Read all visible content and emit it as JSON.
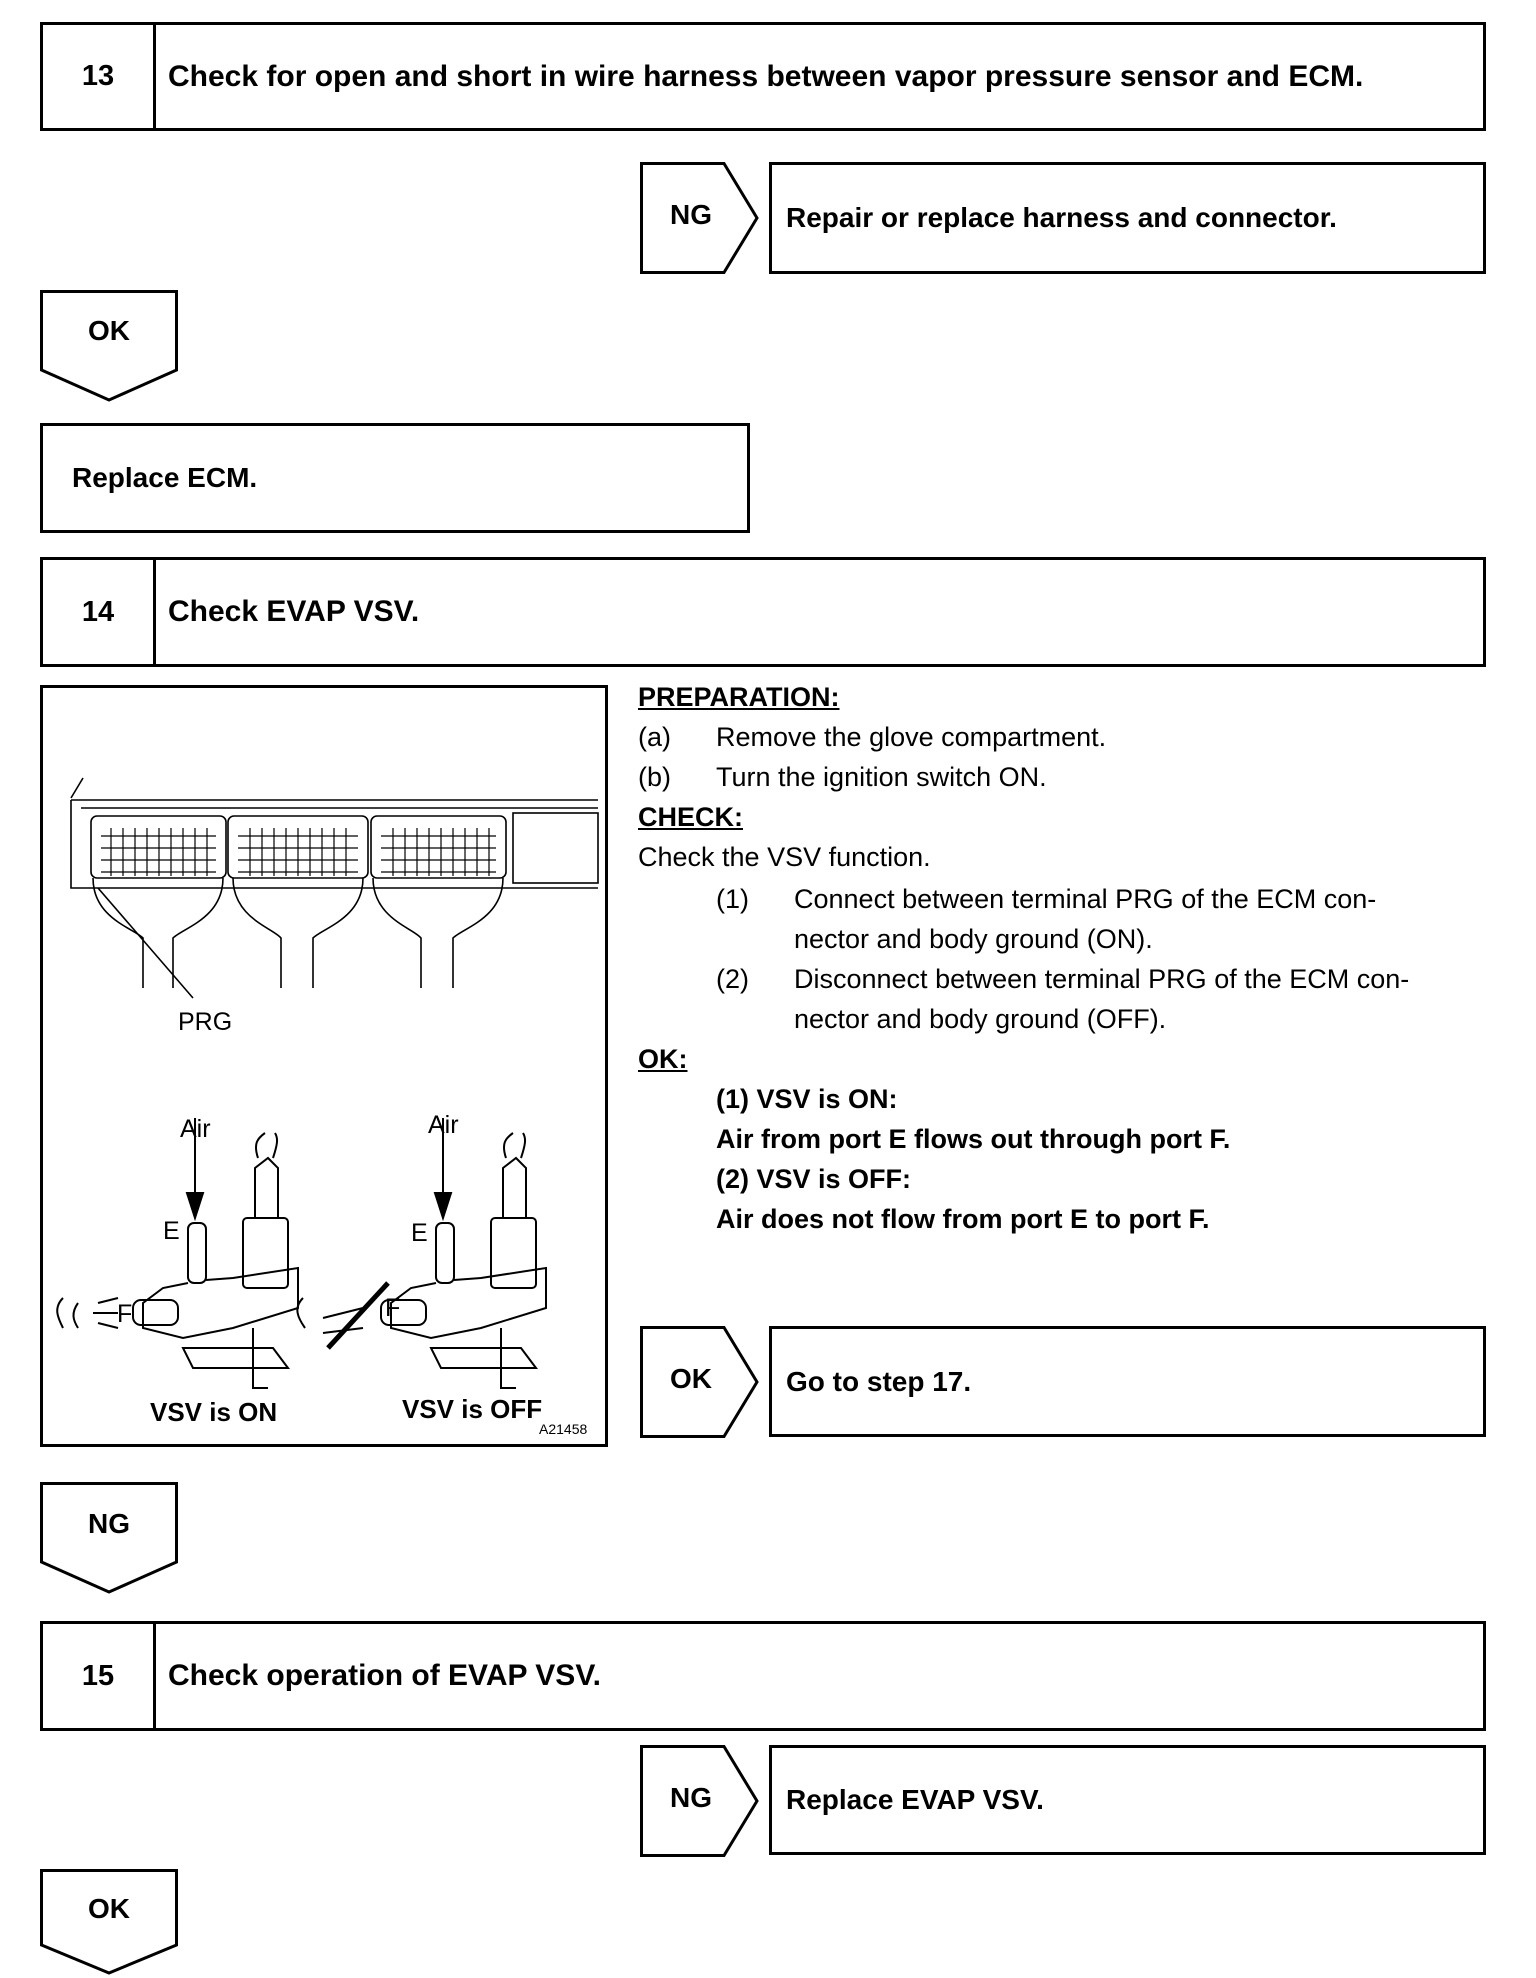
{
  "step13": {
    "number": "13",
    "title": "Check for open and short in wire harness between vapor pressure sensor and ECM.",
    "ng_label": "NG",
    "ng_result": "Repair or replace harness and connector.",
    "ok_label": "OK",
    "ok_result": "Replace ECM."
  },
  "step14": {
    "number": "14",
    "title": "Check EVAP VSV.",
    "figure": {
      "terminal_label": "PRG",
      "air_left": "Air",
      "air_right": "Air",
      "port_e_left": "E",
      "port_e_right": "E",
      "port_f_left": "F",
      "port_f_right": "F",
      "caption_on": "VSV is ON",
      "caption_off": "VSV is OFF",
      "figure_id": "A21458"
    },
    "preparation_heading": "PREPARATION:",
    "preparation": [
      {
        "marker": "(a)",
        "text": "Remove the glove compartment."
      },
      {
        "marker": "(b)",
        "text": "Turn the ignition switch ON."
      }
    ],
    "check_heading": "CHECK:",
    "check_intro": "Check the VSV function.",
    "check_items": [
      {
        "marker": "(1)",
        "line1": "Connect between terminal PRG of the ECM con-",
        "line2": "nector and body ground (ON)."
      },
      {
        "marker": "(2)",
        "line1": "Disconnect between terminal PRG of the ECM con-",
        "line2": "nector and body ground (OFF)."
      }
    ],
    "ok_heading": "OK:",
    "ok_lines": [
      "(1) VSV is ON:",
      "Air from port E flows out through port F.",
      "(2) VSV is OFF:",
      "Air does not flow from port E to port F."
    ],
    "ok_label": "OK",
    "ok_result": "Go to step 17.",
    "ng_label": "NG"
  },
  "step15": {
    "number": "15",
    "title": "Check operation of EVAP VSV.",
    "ng_label": "NG",
    "ng_result": "Replace EVAP VSV.",
    "ok_label": "OK"
  }
}
